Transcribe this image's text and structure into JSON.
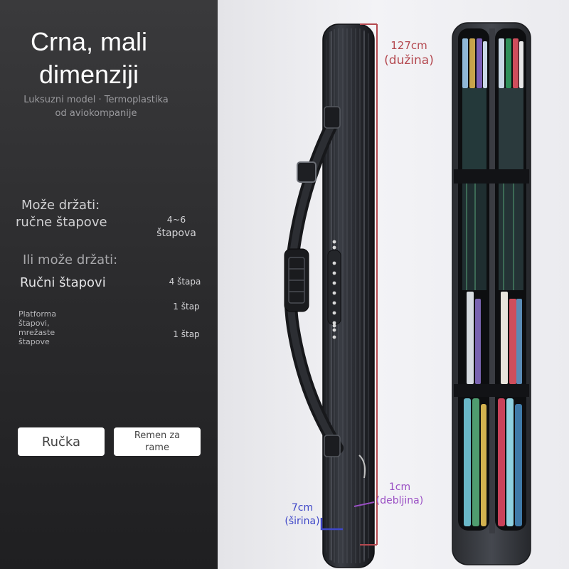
{
  "product": {
    "title_line1": "Crna, mali",
    "title_line2": "dimenziji",
    "subtitle_line1": "Luksuzni model · Termoplastika",
    "subtitle_line2": "od aviokompanije"
  },
  "capacity": {
    "label1_line1": "Može držati:",
    "label1_line2": "ručne štapove",
    "value1_line1": "4~6",
    "value1_line2": "štapova",
    "alt_label": "Ili može držati:",
    "item1_label": "Ručni štapovi",
    "item1_value": "4 štapa",
    "item2_label_line1": "Platforma",
    "item2_label_line2": "štapovi,",
    "item2_label_line3": "mrežaste",
    "item2_label_line4": "štapove",
    "item2_value_a": "1 štap",
    "item2_value_b": "1 štap"
  },
  "buttons": {
    "handle": "Ručka",
    "shoulder_strap_line1": "Remen za",
    "shoulder_strap_line2": "rame"
  },
  "dimensions": {
    "length_value": "127cm",
    "length_label": "(dužina)",
    "thickness_value": "1cm",
    "thickness_label": "(debljina)",
    "width_value": "7cm",
    "width_label": "(širina)"
  },
  "colors": {
    "length_accent": "#b4484f",
    "thickness_accent": "#9a4fc4",
    "width_accent": "#3f47c8"
  }
}
